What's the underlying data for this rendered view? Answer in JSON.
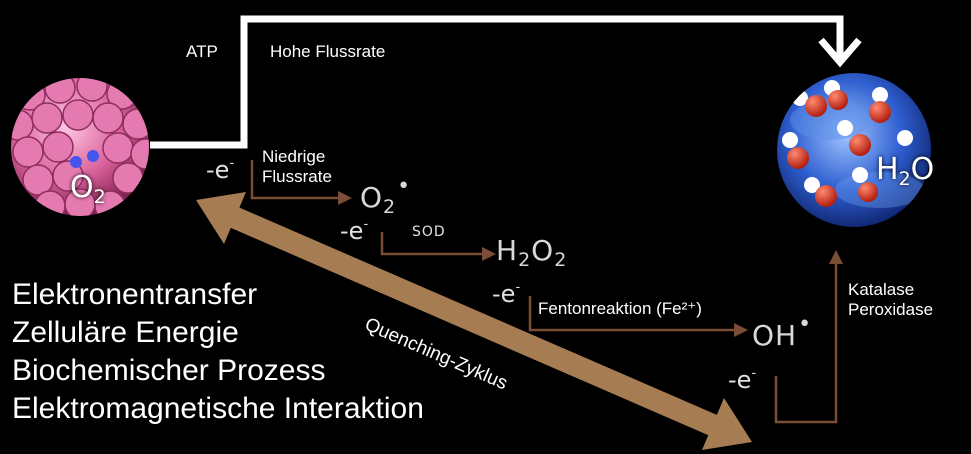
{
  "top_labels": {
    "atp": "ATP",
    "high_flow": "Hohe Flussrate",
    "low_flow_line1": "Niedrige",
    "low_flow_line2": "Flussrate"
  },
  "molecules": {
    "o2_left": {
      "symbol": "O",
      "sub": "2"
    },
    "superoxide": {
      "symbol": "O",
      "sub": "2",
      "radical": "•"
    },
    "h2o2": {
      "a": "H",
      "a_sub": "2",
      "b": "O",
      "b_sub": "2"
    },
    "hydroxyl": {
      "symbol": "OH",
      "radical": "•"
    },
    "h2o": {
      "a": "H",
      "a_sub": "2",
      "b": "O"
    }
  },
  "electron_steps": {
    "label": "-e",
    "charge": "-"
  },
  "enzymes": {
    "sod": "SOD",
    "fenton": "Fentonreaktion (Fe²⁺)",
    "catalase": "Katalase",
    "peroxidase": "Peroxidase"
  },
  "cycle_label": "Quenching-Zyklus",
  "left_list": [
    "Elektronentransfer",
    "Zelluläre Energie",
    "Biochemischer Prozess",
    "Elektromagnetische Interaktion"
  ],
  "colors": {
    "background": "#000000",
    "path": "#ffffff",
    "step_arrow": "#7a4e34",
    "cycle_arrow": "#a67c52",
    "o2_sphere": "#d9609a",
    "h2o_sphere": "#2f5fd0"
  }
}
